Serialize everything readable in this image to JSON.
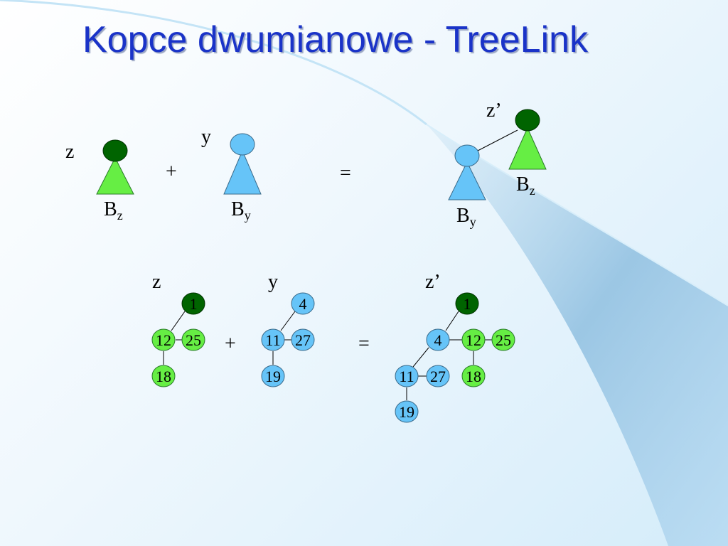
{
  "title": "Kopce dwumianowe - TreeLink",
  "colors": {
    "title": "#1a33c8",
    "root_z": "#006400",
    "tree_z": "#66ee44",
    "tree_y": "#66c4f8"
  },
  "top_row": {
    "left": {
      "label": "z",
      "tree": "B",
      "sub": "z"
    },
    "plus": "+",
    "right": {
      "label": "y",
      "tree": "B",
      "sub": "y"
    },
    "equals": "=",
    "result": {
      "label": "z’",
      "root_tree": "B",
      "root_sub": "z",
      "child_tree": "B",
      "child_sub": "y"
    }
  },
  "bottom_row": {
    "heap_z": {
      "label": "z",
      "root": "1",
      "n12": "12",
      "n25": "25",
      "n18": "18"
    },
    "plus": "+",
    "heap_y": {
      "label": "y",
      "root": "4",
      "n11": "11",
      "n27": "27",
      "n19": "19"
    },
    "equals": "=",
    "result": {
      "label": "z’",
      "root": "1",
      "n4": "4",
      "n12": "12",
      "n25": "25",
      "n11": "11",
      "n27": "27",
      "n18": "18",
      "n19": "19"
    }
  }
}
